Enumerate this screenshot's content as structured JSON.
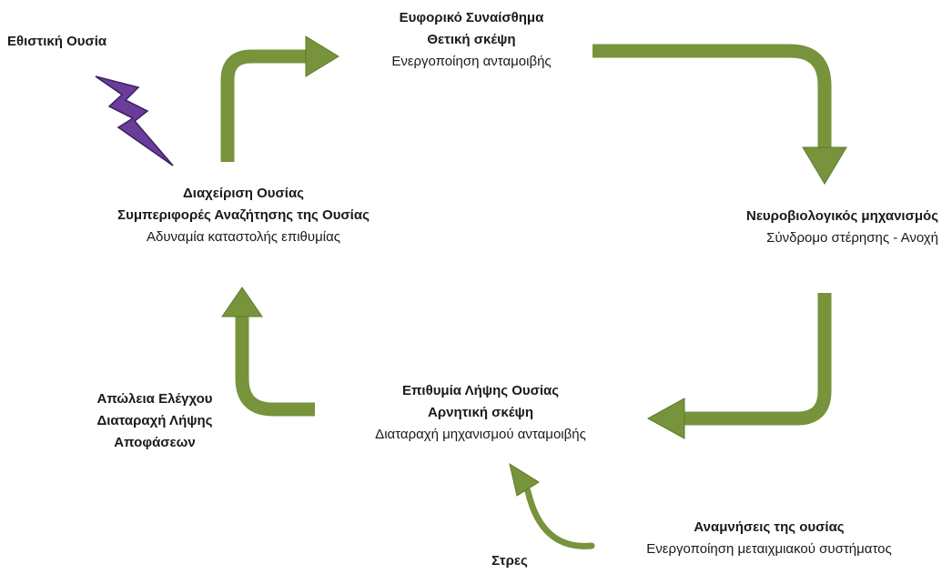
{
  "colors": {
    "arrow_fill": "#77933c",
    "arrow_stroke": "#5e7a2b",
    "lightning_fill": "#6a3d9a",
    "lightning_stroke": "#3b1f5e"
  },
  "icons": {
    "lightning": "lightning-bolt-icon"
  },
  "nodes": {
    "substance": {
      "title": "Εθιστική Ουσία"
    },
    "euphoria": {
      "line1": "Ευφορικό Συναίσθημα",
      "line2": "Θετική σκέψη",
      "line3": "Ενεργοποίηση ανταμοιβής"
    },
    "neuro": {
      "line1": "Νευροβιολογικός μηχανισμός",
      "line2": "Σύνδρομο στέρησης - Ανοχή"
    },
    "management": {
      "line1": "Διαχείριση Ουσίας",
      "line2": "Συμπεριφορές Αναζήτησης της Ουσίας",
      "line3": "Αδυναμία καταστολής επιθυμίας"
    },
    "desire": {
      "line1": "Επιθυμία Λήψης Ουσίας",
      "line2": "Αρνητική σκέψη",
      "line3": "Διαταραχή μηχανισμού ανταμοιβής"
    },
    "control_loss": {
      "line1": "Απώλεια Ελέγχου",
      "line2": "Διαταραχή Λήψης",
      "line3": "Αποφάσεων"
    },
    "memories": {
      "line1": "Αναμνήσεις της ουσίας",
      "line2": "Ενεργοποίηση μεταιχμιακού συστήματος"
    },
    "stress": {
      "title": "Στρες"
    }
  }
}
